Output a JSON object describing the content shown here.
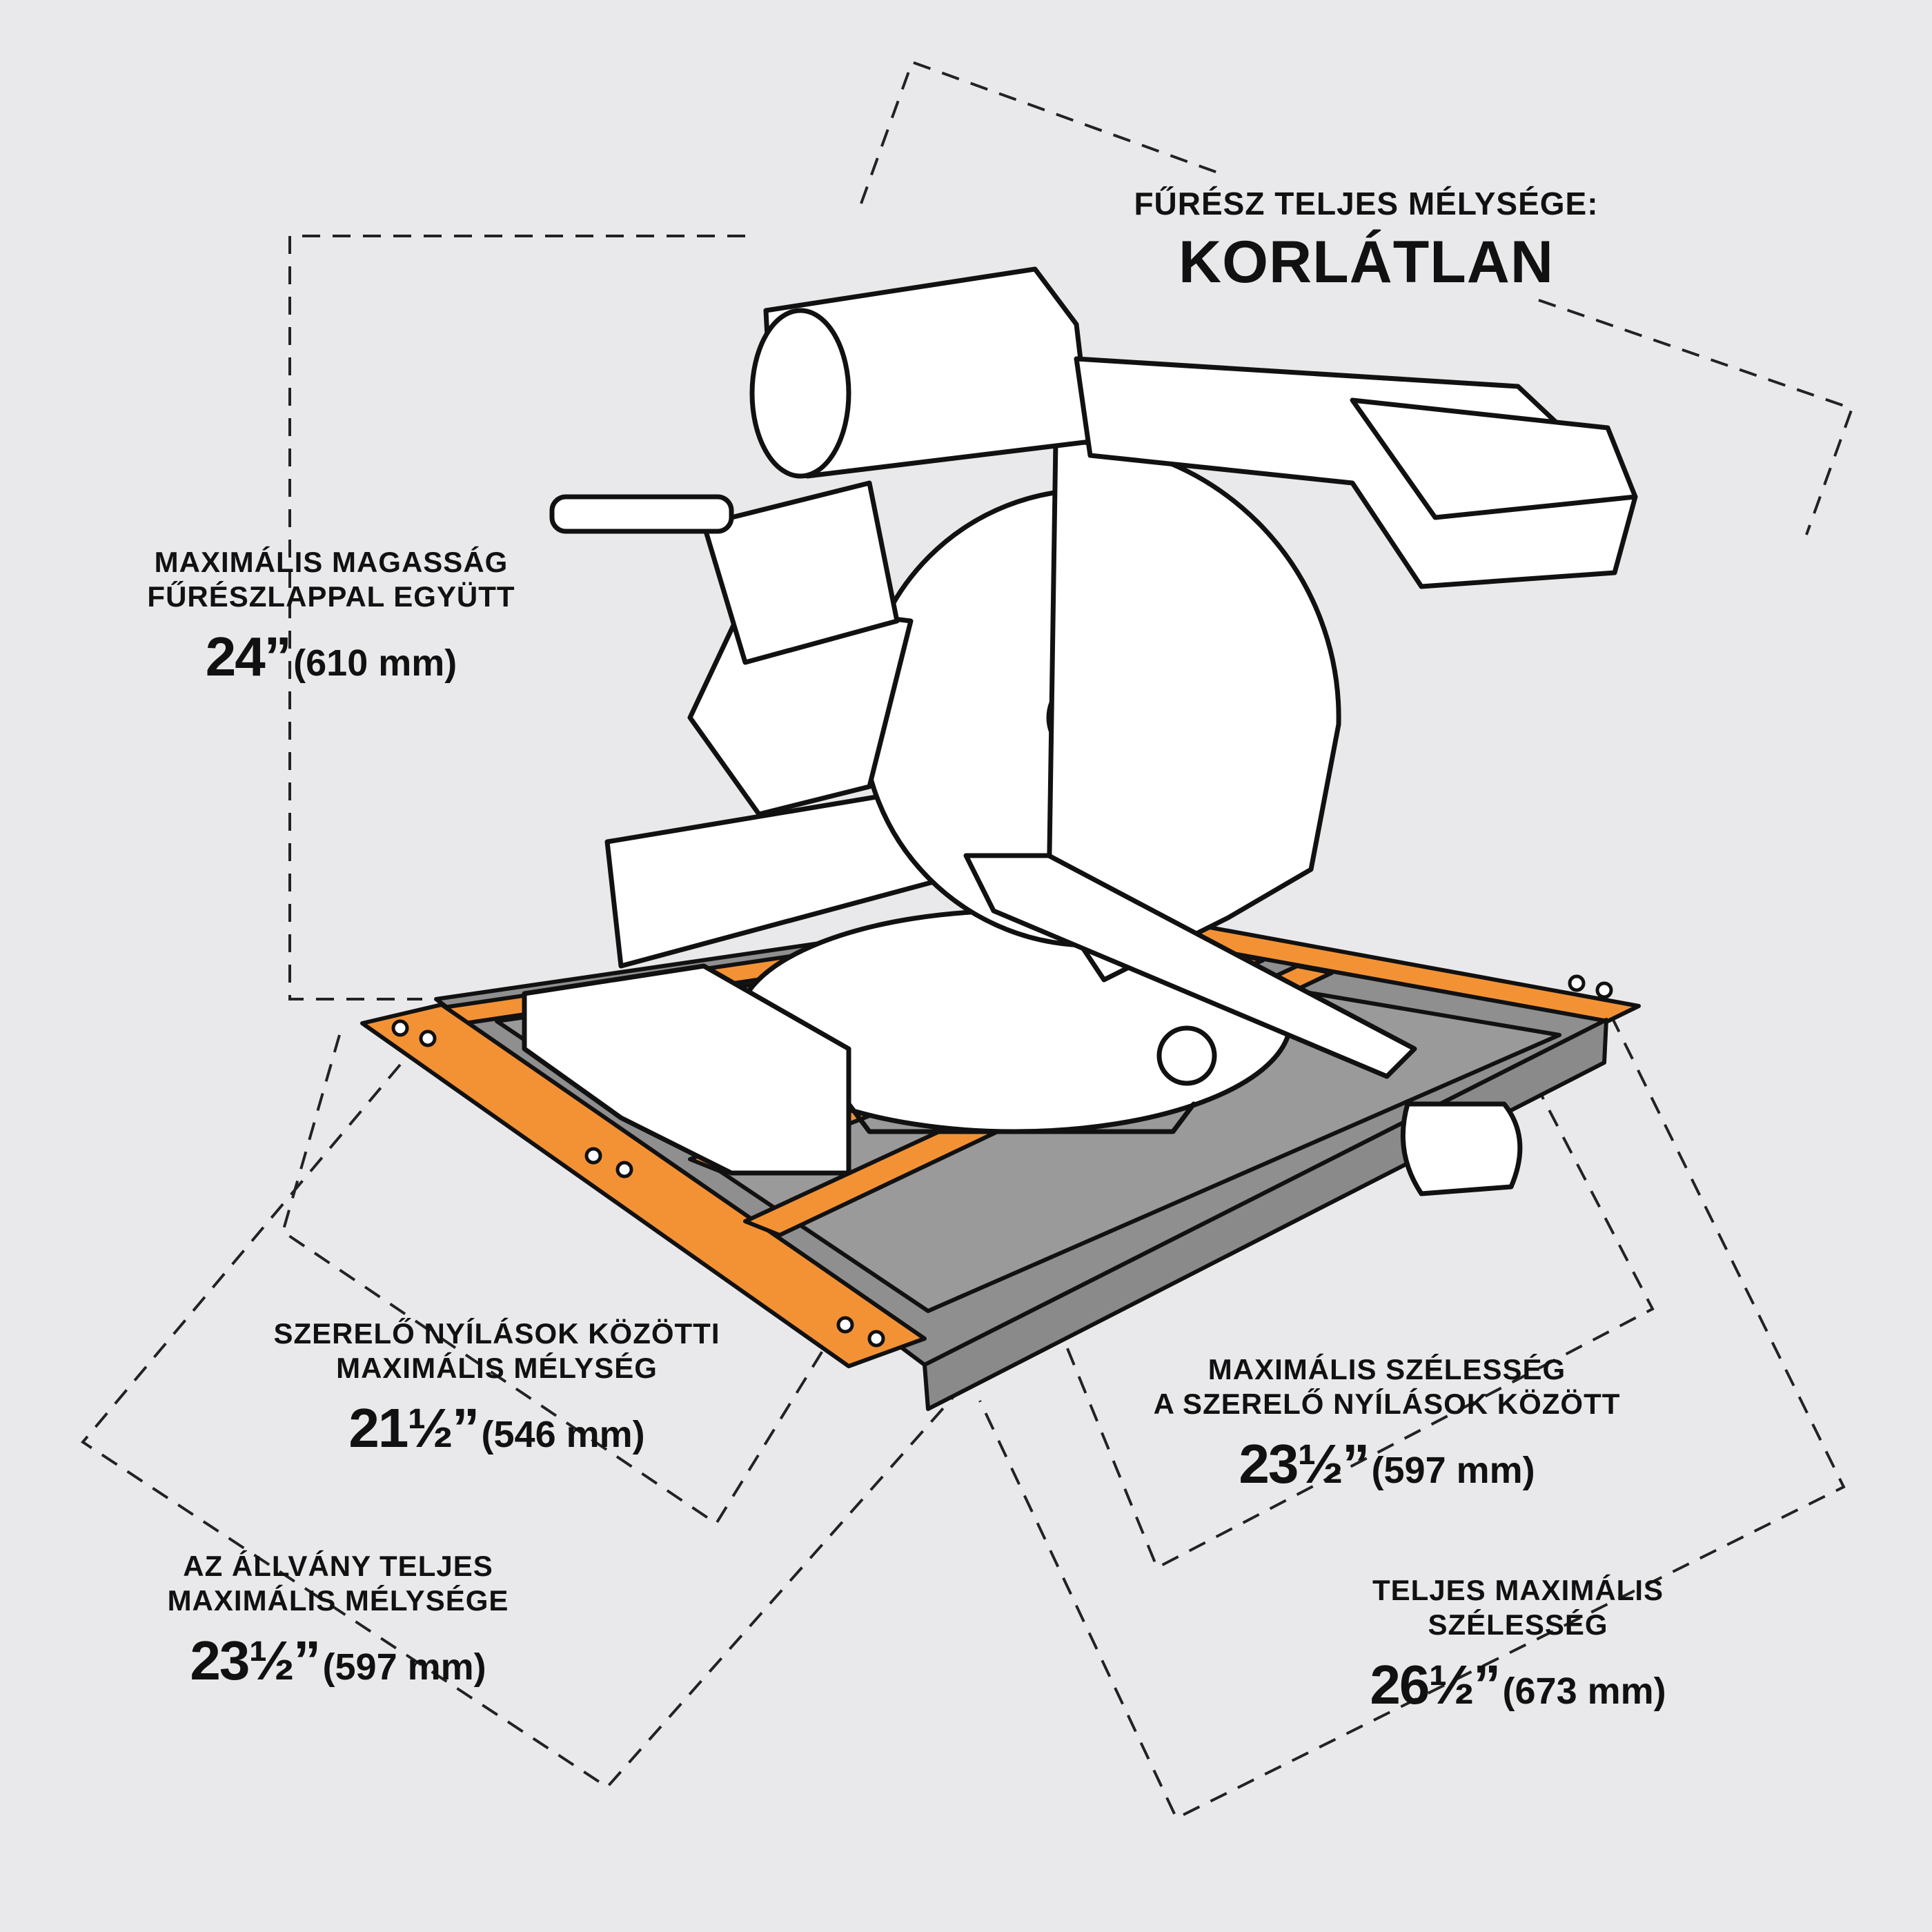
{
  "colors": {
    "background": "#e9e9eb",
    "stand_orange": "#f39235",
    "stand_grey": "#8f8f8f",
    "line": "#111111",
    "saw_fill": "#ffffff"
  },
  "labels": {
    "saw_depth": {
      "head": "FŰRÉSZ TELJES MÉLYSÉGE:",
      "value": "KORLÁTLAN"
    },
    "max_height": {
      "head_1": "MAXIMÁLIS MAGASSÁG",
      "head_2": "FŰRÉSZLAPPAL EGYÜTT",
      "value": "24”",
      "metric": "(610 mm)"
    },
    "mount_depth": {
      "head_1": "SZERELŐ NYÍLÁSOK KÖZÖTTI",
      "head_2": "MAXIMÁLIS MÉLYSÉG",
      "value": "21½”",
      "metric": "(546 mm)"
    },
    "mount_width": {
      "head_1": "MAXIMÁLIS SZÉLESSÉG",
      "head_2": "A SZERELŐ NYÍLÁSOK KÖZÖTT",
      "value": "23½”",
      "metric": "(597 mm)"
    },
    "stand_depth": {
      "head_1": "AZ ÁLLVÁNY TELJES",
      "head_2": "MAXIMÁLIS MÉLYSÉGE",
      "value": "23½”",
      "metric": "(597 mm)"
    },
    "total_width": {
      "head_1": "TELJES MAXIMÁLIS",
      "head_2": "SZÉLESSÉG",
      "value": "26½”",
      "metric": "(673 mm)"
    }
  },
  "icons": {
    "saw": "miter-saw-illustration",
    "stand": "mounting-stand-frame"
  }
}
